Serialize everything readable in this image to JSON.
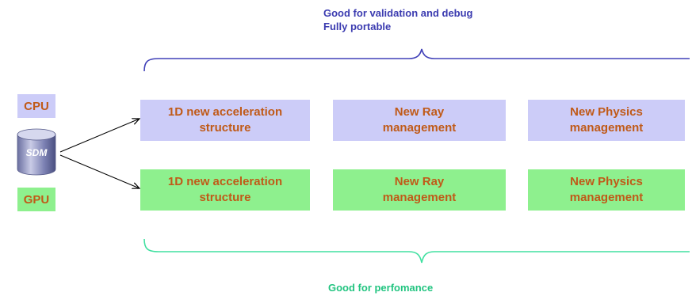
{
  "top_note": {
    "line1": "Good for validation and debug",
    "line2": "Fully portable"
  },
  "bottom_note": "Good for perfomance",
  "left": {
    "cpu_label": "CPU",
    "gpu_label": "GPU",
    "sdm_label": "SDM"
  },
  "cpu_row": [
    "1D new  acceleration\nstructure",
    "New Ray\nmanagement",
    "New Physics\nmanagement"
  ],
  "gpu_row": [
    "1D new  acceleration\nstructure",
    "New Ray\nmanagement",
    "New Physics\nmanagement"
  ],
  "colors": {
    "cpu_fill": "#ccccf8",
    "gpu_fill": "#8ef08e",
    "box_text": "#c05a18",
    "top_note": "#3b3bb0",
    "bottom_note": "#22c480",
    "top_brace": "#4040b8",
    "bottom_brace": "#40e0a0"
  }
}
